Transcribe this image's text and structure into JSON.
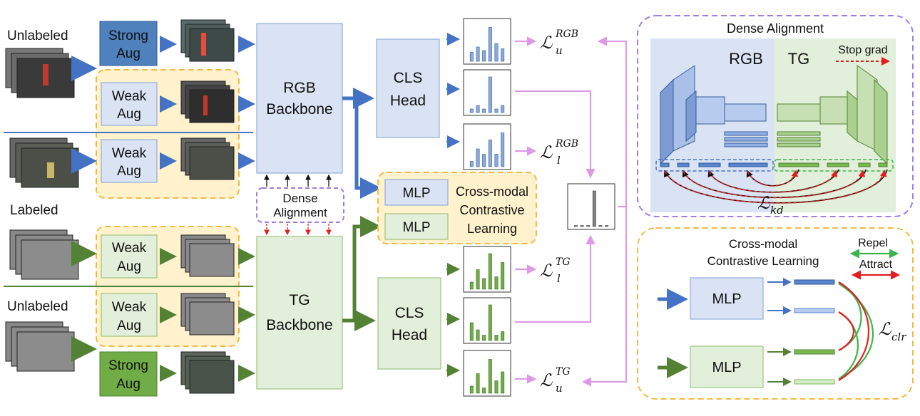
{
  "labels": {
    "unlabeled_top": "Unlabeled",
    "labeled_mid": "Labeled",
    "unlabeled_bottom": "Unlabeled"
  },
  "aug": {
    "strong_rgb": [
      "Strong",
      "Aug"
    ],
    "weak_rgb_1": [
      "Weak",
      "Aug"
    ],
    "weak_rgb_2": [
      "Weak",
      "Aug"
    ],
    "weak_tg_1": [
      "Weak",
      "Aug"
    ],
    "weak_tg_2": [
      "Weak",
      "Aug"
    ],
    "strong_tg": [
      "Strong",
      "Aug"
    ]
  },
  "backbones": {
    "rgb": [
      "RGB",
      "Backbone"
    ],
    "tg": [
      "TG",
      "Backbone"
    ],
    "dense_alignment": [
      "Dense",
      "Alignment"
    ]
  },
  "heads": {
    "cls_rgb": [
      "CLS",
      "Head"
    ],
    "cls_tg": [
      "CLS",
      "Head"
    ],
    "mlp_rgb": "MLP",
    "mlp_tg": "MLP",
    "contrastive": [
      "Cross-modal",
      "Contrastive",
      "Learning"
    ]
  },
  "losses": {
    "u_rgb": {
      "base": "ℒ",
      "sub": "u",
      "sup": "RGB"
    },
    "l_rgb": {
      "base": "ℒ",
      "sub": "l",
      "sup": "RGB"
    },
    "l_tg": {
      "base": "ℒ",
      "sub": "l",
      "sup": "TG"
    },
    "u_tg": {
      "base": "ℒ",
      "sub": "u",
      "sup": "TG"
    }
  },
  "dense_panel": {
    "title": "Dense Alignment",
    "rgb": "RGB",
    "tg": "TG",
    "stop_grad": "Stop grad",
    "loss": {
      "base": "ℒ",
      "sub": "kd"
    }
  },
  "contrast_panel": {
    "title": [
      "Cross-modal",
      "Contrastive Learning"
    ],
    "mlp_top": "MLP",
    "mlp_bottom": "MLP",
    "repel": "Repel",
    "attract": "Attract",
    "loss": {
      "base": "ℒ",
      "sub": "clr"
    }
  },
  "histograms": {
    "rgb_u": [
      0.25,
      0.4,
      0.3,
      0.95,
      0.5,
      0.35
    ],
    "rgb_mid": [
      0.1,
      0.2,
      0.1,
      1.0,
      0.1,
      0.2
    ],
    "rgb_l": [
      0.15,
      0.5,
      0.35,
      0.75,
      0.35,
      0.95
    ],
    "tg_l": [
      0.2,
      0.55,
      0.3,
      1.0,
      0.35,
      0.75
    ],
    "tg_mid": [
      0.5,
      0.3,
      0.15,
      1.0,
      0.15,
      0.25
    ],
    "tg_u": [
      0.2,
      0.55,
      0.15,
      0.95,
      0.35,
      0.6
    ],
    "fused": [
      0.03,
      0.03,
      0.03,
      1.0,
      0.03,
      0.03
    ]
  },
  "colors": {
    "rgb_dark": "#4472c4",
    "rgb_light": "#dae3f3",
    "rgb_box": "#4f81bd",
    "tg_dark": "#548235",
    "tg_light": "#e2efda",
    "tg_box": "#70ad47",
    "yellow_bg": "#fff2cc",
    "yellow_border": "#f4b942",
    "purple_border": "#9b7ee6",
    "pink": "#dd99e6",
    "red": "#e02020",
    "green": "#3cb44b"
  }
}
